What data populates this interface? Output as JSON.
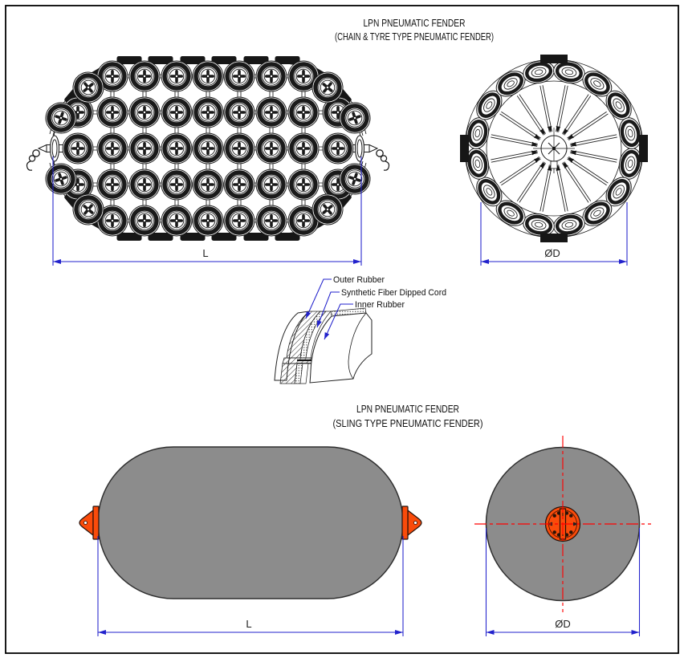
{
  "drawing": {
    "chain_fender": {
      "title_line1": "LPN PNEUMATIC FENDER",
      "title_line2": "(CHAIN & TYRE TYPE PNEUMATIC FENDER)",
      "dim_length_label": "L",
      "dim_diameter_label": "ØD"
    },
    "sling_fender": {
      "title_line1": "LPN PNEUMATIC FENDER",
      "title_line2": "(SLING TYPE PNEUMATIC FENDER)",
      "dim_length_label": "L",
      "dim_diameter_label": "ØD"
    },
    "layer_callouts": {
      "outer": "Outer Rubber",
      "cord": "Synthetic Fiber Dipped Cord",
      "inner": "Inner Rubber"
    }
  },
  "colors": {
    "dimension_blue": "#2222cc",
    "centerline_red": "#ff0000",
    "fender_gray": "#8c8c8c",
    "fitting_orange": "#fa4b0a",
    "drawing_black": "#1a1a1a",
    "background": "#ffffff"
  }
}
